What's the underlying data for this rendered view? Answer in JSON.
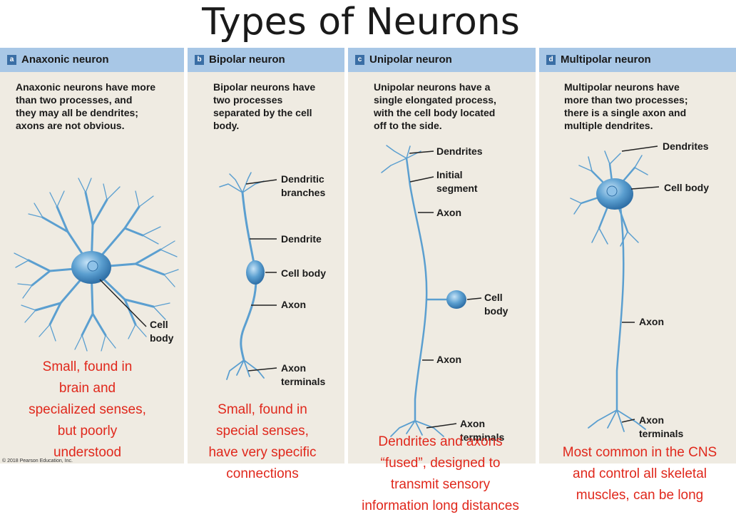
{
  "title": "Types of Neurons",
  "panels": [
    {
      "letter": "a",
      "title": "Anaxonic neuron",
      "description": "Anaxonic neurons have more\nthan two processes, and\nthey may all be dendrites;\naxons are not obvious."
    },
    {
      "letter": "b",
      "title": "Bipolar neuron",
      "description": "Bipolar neurons have\ntwo processes\nseparated by the cell\nbody."
    },
    {
      "letter": "c",
      "title": "Unipolar neuron",
      "description": "Unipolar neurons have a\nsingle elongated process,\nwith the cell body located\noff to the side."
    },
    {
      "letter": "d",
      "title": "Multipolar neuron",
      "description": "Multipolar neurons have\nmore than two processes;\nthere is a single axon and\nmultiple dendrites."
    }
  ],
  "labels": {
    "a_cell_body": "Cell\nbody",
    "b_dendritic_branches": "Dendritic\nbranches",
    "b_dendrite": "Dendrite",
    "b_cell_body": "Cell body",
    "b_axon": "Axon",
    "b_axon_terminals": "Axon\nterminals",
    "c_dendrites": "Dendrites",
    "c_initial_segment": "Initial\nsegment",
    "c_axon_top": "Axon",
    "c_cell_body": "Cell\nbody",
    "c_axon_bottom": "Axon",
    "c_axon_terminals": "Axon\nterminals",
    "d_dendrites": "Dendrites",
    "d_cell_body": "Cell body",
    "d_axon": "Axon",
    "d_axon_terminals": "Axon\nterminals"
  },
  "annotations": {
    "anaxonic": "Small, found in\nbrain and\nspecialized senses,\nbut poorly\nunderstood",
    "bipolar": "Small, found in\nspecial senses,\nhave very specific\nconnections",
    "unipolar": "Dendrites and axons\n“fused”, designed to\ntransmit sensory\ninformation long distances",
    "multipolar": "Most common in the CNS\nand control all skeletal\nmuscles, can be long"
  },
  "copyright": "© 2018 Pearson Education, Inc.",
  "colors": {
    "header": "#a8c7e6",
    "panel": "#efebe2",
    "neuron": "#5b9fd0",
    "annotation": "#e0281c"
  }
}
